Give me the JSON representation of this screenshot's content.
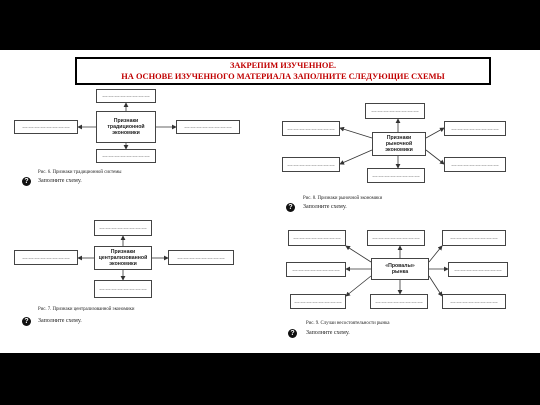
{
  "header": {
    "line1": "ЗАКРЕПИМ ИЗУЧЕННОЕ.",
    "line2": "НА ОСНОВЕ ИЗУЧЕННОГО МАТЕРИАЛА ЗАПОЛНИТЕ СЛЕДУЮЩИЕ СХЕМЫ"
  },
  "placeholder": "……………………",
  "schemes": {
    "traditional": {
      "center": [
        "Признаки",
        "традиционной",
        "экономики"
      ],
      "caption": "Рис. 6. Признаки традиционной системы",
      "task": "Заполните схему."
    },
    "market": {
      "center": [
        "Признаки",
        "рыночной",
        "экономики"
      ],
      "caption": "Рис. 8. Признаки рыночной экономики",
      "task": "Заполните схему."
    },
    "centralized": {
      "center": [
        "Признаки",
        "централизованной",
        "экономики"
      ],
      "caption": "Рис. 7. Признаки централизованной экономики",
      "task": "Заполните схему."
    },
    "failures": {
      "center": [
        "«Провалы»",
        "рынка"
      ],
      "caption": "Рис. 9. Случаи несостоятельности рынка",
      "task": "Заполните схему."
    }
  },
  "icons": {
    "question": "question-circle-icon"
  }
}
